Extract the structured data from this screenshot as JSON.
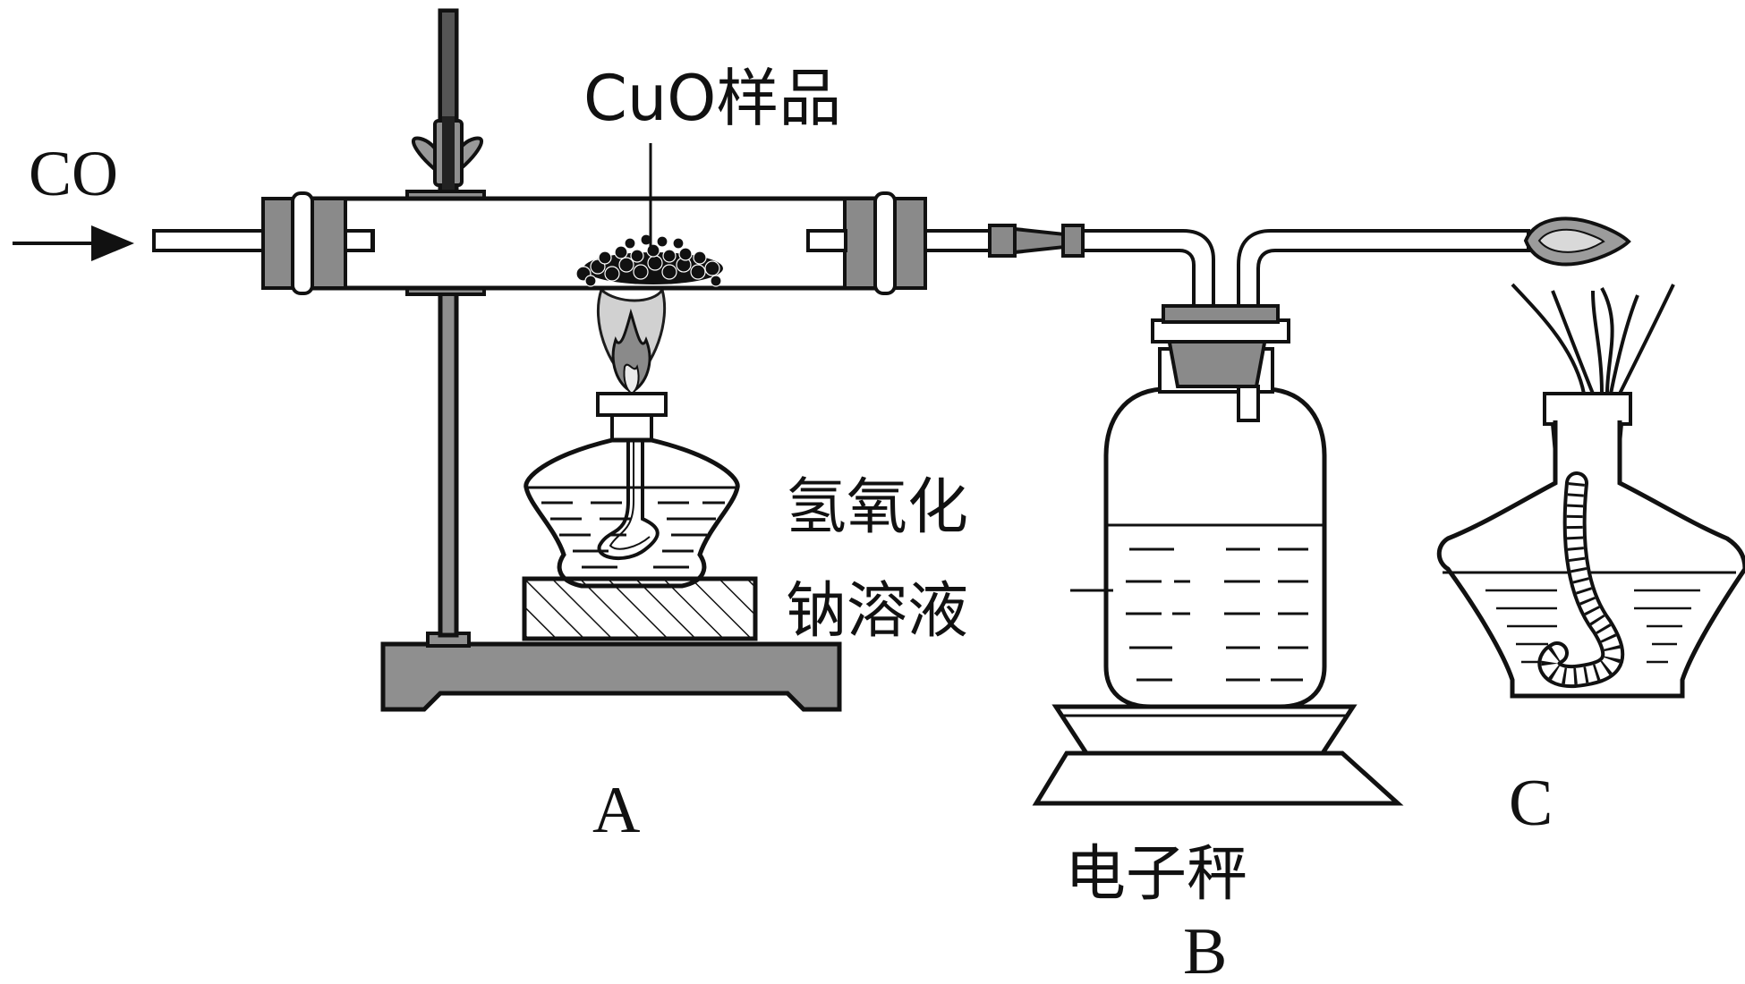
{
  "labels": {
    "gas_inlet": "CO",
    "sample": "CuO样品",
    "solution_line1": "氢氧化",
    "solution_line2": "钠溶液",
    "balance": "电子秤",
    "apparatus_a": "A",
    "apparatus_b": "B",
    "apparatus_c": "C"
  },
  "colors": {
    "stroke": "#111111",
    "stopper": "#8a8a8a",
    "stand": "#8f8f8f",
    "flame_outer": "#9c9c9c",
    "flame_inner": "#d9d9d9"
  }
}
